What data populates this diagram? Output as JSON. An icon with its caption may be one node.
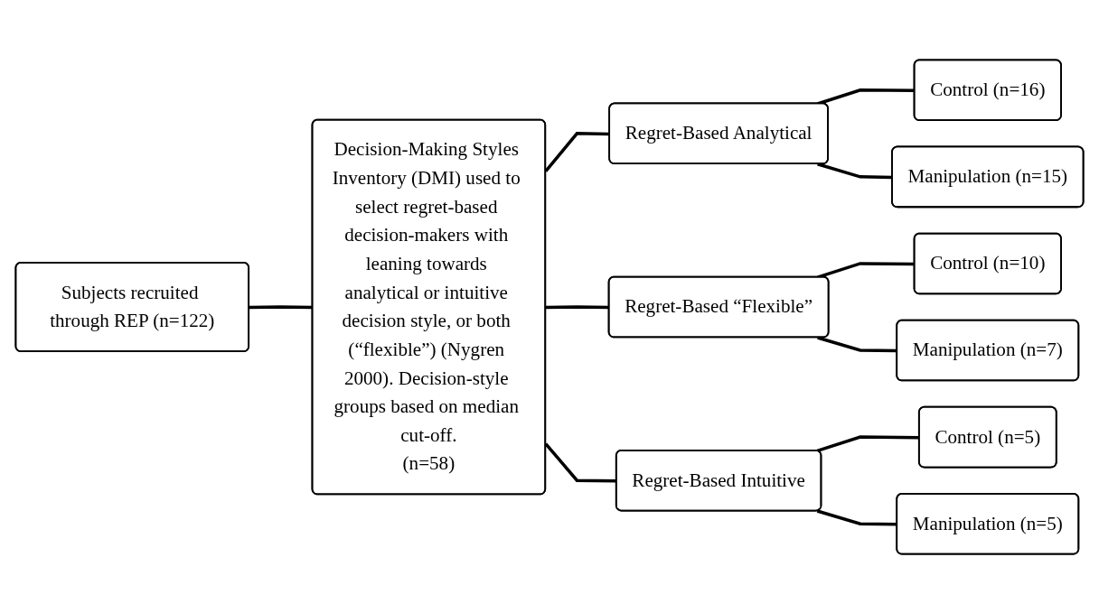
{
  "diagram": {
    "nodes": [
      {
        "text": [
          "Subjects recruited through REP (n=122)"
        ]
      },
      {
        "text": [
          "Decision-Making Styles Inventory (DMI) used to select regret-based decision-makers with leaning towards analytical or intuitive decision style, or both (“flexible”) (Nygren 2000). Decision-style groups based on median cut-off.",
          "(n=58)"
        ]
      },
      {
        "text": [
          "Regret-Based Analytical"
        ]
      },
      {
        "text": [
          "Control (n=16)"
        ]
      },
      {
        "text": [
          "Manipulation (n=15)"
        ]
      },
      {
        "text": [
          "Regret-Based “Flexible”"
        ]
      },
      {
        "text": [
          "Control (n=10)"
        ]
      },
      {
        "text": [
          "Manipulation (n=7)"
        ]
      },
      {
        "text": [
          "Regret-Based Intuitive"
        ]
      },
      {
        "text": [
          "Control (n=5)"
        ]
      },
      {
        "text": [
          "Manipulation (n=5)"
        ]
      }
    ],
    "edges": [
      {
        "from": 0,
        "to": 1,
        "arrow": "none"
      },
      {
        "from": 1,
        "to": 2,
        "arrow": "none"
      },
      {
        "from": 1,
        "to": 5,
        "arrow": "none"
      },
      {
        "from": 1,
        "to": 8,
        "arrow": "none"
      },
      {
        "from": 2,
        "to": 3,
        "arrow": "none"
      },
      {
        "from": 2,
        "to": 4,
        "arrow": "none"
      },
      {
        "from": 5,
        "to": 6,
        "arrow": "none"
      },
      {
        "from": 5,
        "to": 7,
        "arrow": "none"
      },
      {
        "from": 8,
        "to": 9,
        "arrow": "none"
      },
      {
        "from": 8,
        "to": 10,
        "arrow": "none"
      }
    ]
  }
}
